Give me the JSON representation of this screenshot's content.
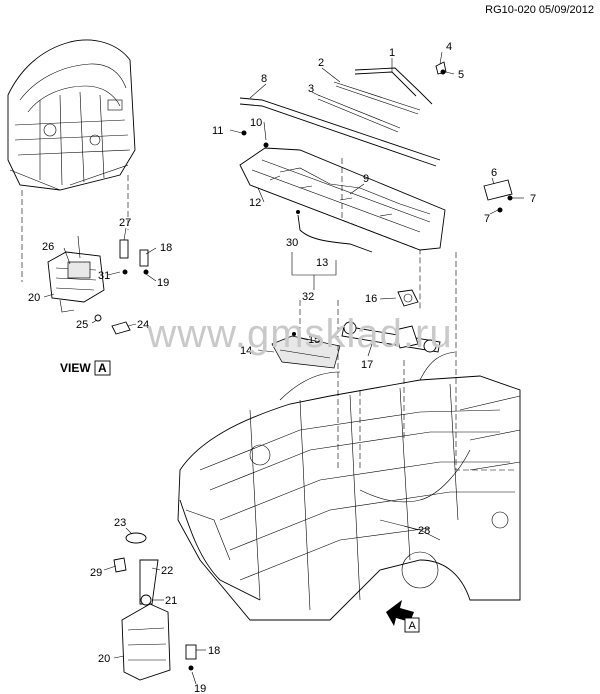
{
  "header": {
    "doc_code": "RG10-020 05/09/2012"
  },
  "watermark": "www.gmsklad.ru",
  "view": {
    "word": "VIEW",
    "letter": "A"
  },
  "arrow_letter": "A",
  "callouts": {
    "c1": "1",
    "c2": "2",
    "c3": "3",
    "c4": "4",
    "c5": "5",
    "c6": "6",
    "c7a": "7",
    "c7b": "7",
    "c8": "8",
    "c9": "9",
    "c10": "10",
    "c11": "11",
    "c12": "12",
    "c13": "13",
    "c14": "14",
    "c15": "15",
    "c16": "16",
    "c17": "17",
    "c18a": "18",
    "c18b": "18",
    "c19a": "19",
    "c19b": "19",
    "c20a": "20",
    "c20b": "20",
    "c21": "21",
    "c22": "22",
    "c23": "23",
    "c24": "24",
    "c25": "25",
    "c26": "26",
    "c27": "27",
    "c28": "28",
    "c29": "29",
    "c30": "30",
    "c31": "31",
    "c32": "32"
  }
}
